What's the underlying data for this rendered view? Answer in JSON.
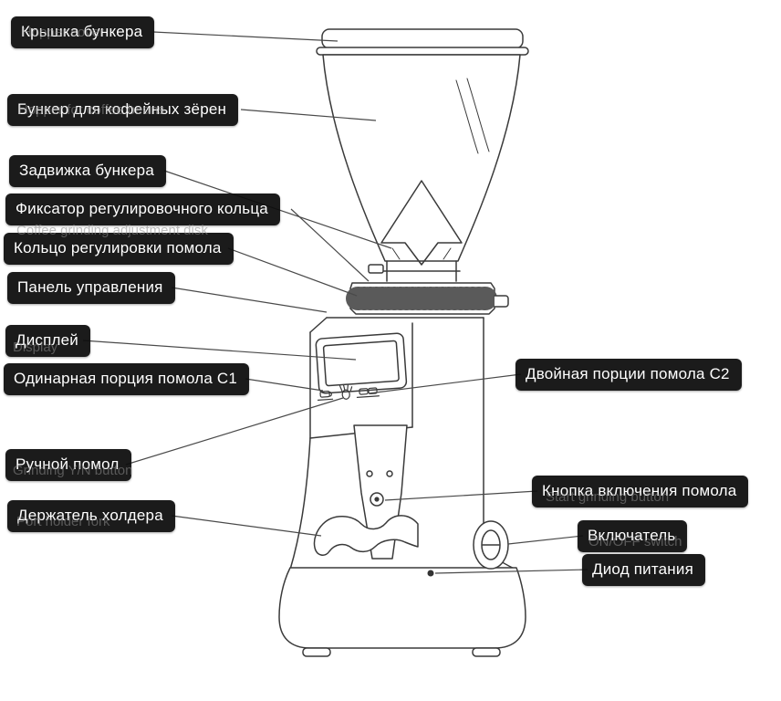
{
  "figure": {
    "colors": {
      "label_bg": "#111111",
      "label_text": "#ffffff",
      "leader_line": "#4a4a4a",
      "drawing_line": "#3a3a3a",
      "underlay_text": "#8c8c8c",
      "background": "#ffffff"
    }
  },
  "labels": [
    {
      "id": "hopper-cover",
      "text": "Крышка бункера",
      "underlay": "Hopper cover"
    },
    {
      "id": "bean-hopper",
      "text": "Бункер для кофейных зёрен",
      "underlay": "Hopper for coffee beans"
    },
    {
      "id": "hopper-gate",
      "text": "Задвижка бункера",
      "underlay": ""
    },
    {
      "id": "ring-lock",
      "text": "Фиксатор регулировочного кольца",
      "underlay": ""
    },
    {
      "id": "adjustment-ring",
      "text": "Кольцо регулировки помола",
      "underlay": "Coffee grinding adjustment disk"
    },
    {
      "id": "control-panel",
      "text": "Панель управления",
      "underlay": ""
    },
    {
      "id": "display",
      "text": "Дисплей",
      "underlay": "Display"
    },
    {
      "id": "single-dose-c1",
      "text": "Одинарная порция помола C1",
      "underlay": ""
    },
    {
      "id": "manual-grind",
      "text": "Ручной помол",
      "underlay": "Grinding Y/N button"
    },
    {
      "id": "portafilter-holder",
      "text": "Держатель холдера",
      "underlay": "Port holder fork"
    },
    {
      "id": "double-dose-c2",
      "text": "Двойная порции помола C2",
      "underlay": ""
    },
    {
      "id": "grind-start-button",
      "text": "Кнопка включения помола",
      "underlay": "Start grinding button"
    },
    {
      "id": "power-switch",
      "text": "Включатель",
      "underlay": "ON/OFF switch"
    },
    {
      "id": "power-led",
      "text": "Диод питания",
      "underlay": ""
    }
  ]
}
